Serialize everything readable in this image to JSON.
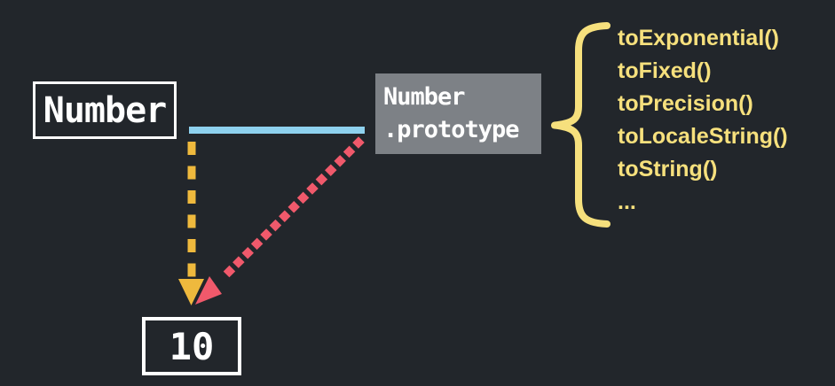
{
  "diagram": {
    "title_semantics": "Number prototype chain diagram",
    "constructor_box": {
      "label": "Number"
    },
    "prototype_box": {
      "line1": "Number",
      "line2": ".prototype"
    },
    "instance_box": {
      "label": "10"
    },
    "methods": {
      "items": [
        "toExponential()",
        "toFixed()",
        "toPrecision()",
        "toLocaleString()",
        "toString()",
        "..."
      ]
    },
    "colors": {
      "background": "#22262b",
      "box_border": "#ffffff",
      "prototype_box_bg": "#7d8186",
      "connector_blue": "#8ed1ee",
      "dash_arrow_yellow": "#efb93d",
      "dot_arrow_pink": "#f0596b",
      "brace_yellow": "#f6e07d",
      "text_white": "#ffffff"
    }
  }
}
